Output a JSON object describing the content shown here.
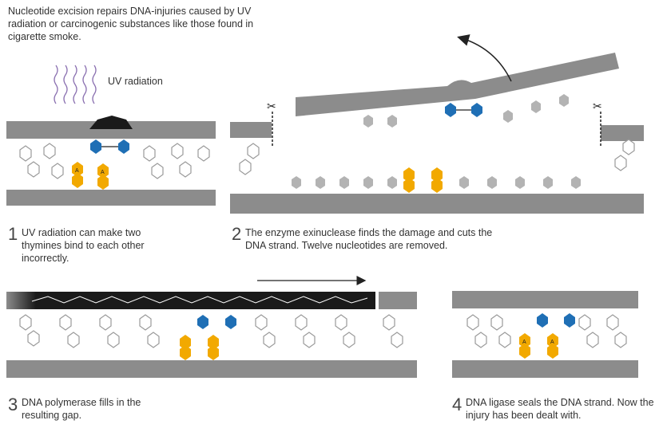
{
  "intro": "Nucleotide excision repairs DNA-injuries caused by UV radiation or carcinogenic substances like those found in cigarette smoke.",
  "uv_label": "UV radiation",
  "base_letter": "A",
  "steps": [
    {
      "number": "1",
      "text": "UV radiation can make two thymines bind to each other incorrectly."
    },
    {
      "number": "2",
      "text": "The enzyme exinuclease finds the damage and cuts the DNA strand. Twelve nucleotides are removed."
    },
    {
      "number": "3",
      "text": "DNA polymerase fills in the resulting gap."
    },
    {
      "number": "4",
      "text": "DNA ligase seals the DNA strand. Now the injury has been dealt with."
    }
  ],
  "colors": {
    "strand": "#8c8c8c",
    "strand_dark": "#1a1a1a",
    "nucleotide": "#b3b3b3",
    "thymine": "#1f6fb5",
    "adenine": "#f2a900",
    "uv": "#8a6fb0"
  }
}
